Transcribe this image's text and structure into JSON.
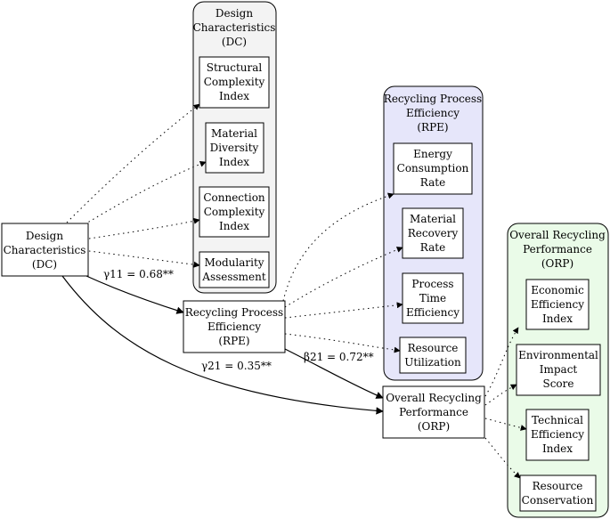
{
  "clusters": {
    "dc": {
      "lines": [
        "Design",
        "Characteristics",
        "(DC)"
      ],
      "fill": "#f3f3f3"
    },
    "rpe": {
      "lines": [
        "Recycling Process",
        "Efficiency",
        "(RPE)"
      ],
      "fill": "#e6e6fa"
    },
    "orp": {
      "lines": [
        "Overall Recycling",
        "Performance",
        "(ORP)"
      ],
      "fill": "#eafbe8"
    }
  },
  "nodes": {
    "dc_main": {
      "lines": [
        "Design",
        "Characteristics",
        "(DC)"
      ]
    },
    "rpe_main": {
      "lines": [
        "Recycling Process",
        "Efficiency",
        "(RPE)"
      ]
    },
    "orp_main": {
      "lines": [
        "Overall Recycling",
        "Performance",
        "(ORP)"
      ]
    },
    "dc1": {
      "lines": [
        "Structural",
        "Complexity",
        "Index"
      ]
    },
    "dc2": {
      "lines": [
        "Material",
        "Diversity",
        "Index"
      ]
    },
    "dc3": {
      "lines": [
        "Connection",
        "Complexity",
        "Index"
      ]
    },
    "dc4": {
      "lines": [
        "Modularity",
        "Assessment"
      ]
    },
    "rpe1": {
      "lines": [
        "Energy",
        "Consumption",
        "Rate"
      ]
    },
    "rpe2": {
      "lines": [
        "Material",
        "Recovery",
        "Rate"
      ]
    },
    "rpe3": {
      "lines": [
        "Process",
        "Time",
        "Efficiency"
      ]
    },
    "rpe4": {
      "lines": [
        "Resource",
        "Utilization"
      ]
    },
    "orp1": {
      "lines": [
        "Economic",
        "Efficiency",
        "Index"
      ]
    },
    "orp2": {
      "lines": [
        "Environmental",
        "Impact",
        "Score"
      ]
    },
    "orp3": {
      "lines": [
        "Technical",
        "Efficiency",
        "Index"
      ]
    },
    "orp4": {
      "lines": [
        "Resource",
        "Conservation"
      ]
    }
  },
  "paths": {
    "gamma11": "γ11 = 0.68**",
    "gamma21": "γ21 = 0.35**",
    "beta21": "β21 = 0.72**"
  }
}
